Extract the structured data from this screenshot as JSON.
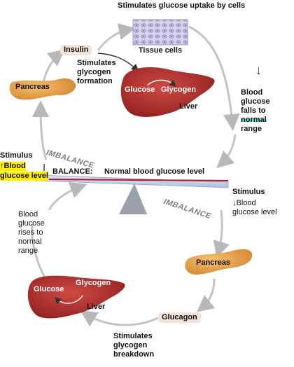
{
  "top": {
    "stimulates_uptake": "Stimulates glucose\nuptake by cells",
    "tissue_cells": "Tissue cells",
    "insulin": "Insulin",
    "pancreas": "Pancreas",
    "stimulates_formation": "Stimulates\nglycogen\nformation",
    "liver_glucose": "Glucose",
    "liver_glycogen": "Glycogen",
    "liver": "Liver",
    "falls_text": [
      "Blood",
      "glucose",
      "falls to"
    ],
    "falls_normal": "normal",
    "falls_range": "range",
    "imbalance": "IMBALANCE"
  },
  "balance": {
    "label": "BALANCE:",
    "text": "Normal blood glucose level",
    "stimulus_left_title": "Stimulus",
    "stimulus_left_line1": "↑Blood",
    "stimulus_left_line2": "glucose level",
    "stimulus_right_title": "Stimulus",
    "stimulus_right_body": "↓Blood\nglucose level"
  },
  "bottom": {
    "imbalance": "IMBALANCE",
    "rises_text": "Blood\nglucose\nrises to\nnormal\nrange",
    "pancreas": "Pancreas",
    "glucagon": "Glucagon",
    "liver_glucose": "Glucose",
    "liver_glycogen": "Glycogen",
    "liver": "Liver",
    "stimulates_breakdown": "Stimulates\nglycogen\nbreakdown"
  },
  "annotation": {
    "pen_mark": "↓"
  },
  "colors": {
    "liver": "#b6322f",
    "pancreas": "#e8a04a",
    "tag": "#f3e3d6",
    "arrow": "#c4c4c4",
    "seesaw": "#c9d6ea",
    "highlight_yellow": "#ffee00",
    "highlight_cyan": "#6ee8e3"
  }
}
